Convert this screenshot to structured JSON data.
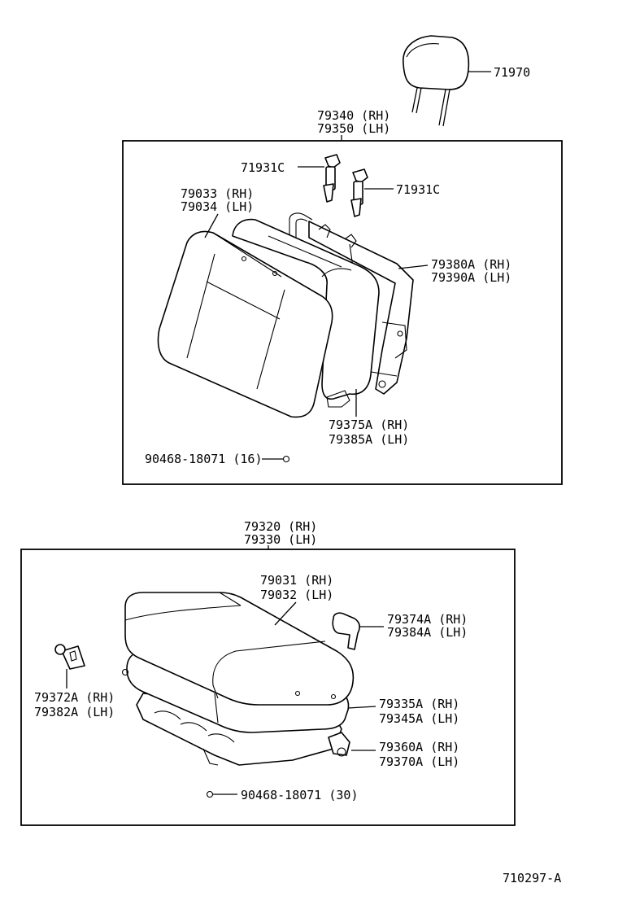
{
  "diagram": {
    "code": "710297-A",
    "headrest": {
      "part": "71970"
    },
    "seatback_assembly": {
      "rh": "79340 (RH)",
      "lh": "79350 (LH)"
    },
    "guide_left": {
      "part": "71931C"
    },
    "guide_right": {
      "part": "71931C"
    },
    "back_cover": {
      "rh": "79033 (RH)",
      "lh": "79034 (LH)"
    },
    "back_frame": {
      "rh": "79380A (RH)",
      "lh": "79390A (LH)"
    },
    "back_hinge": {
      "rh": "79375A (RH)",
      "lh": "79385A (LH)"
    },
    "back_hogring": {
      "part": "90468-18071 (16)"
    },
    "cushion_assembly": {
      "rh": "79320 (RH)",
      "lh": "79330 (LH)"
    },
    "cushion_cover": {
      "rh": "79031 (RH)",
      "lh": "79032 (LH)"
    },
    "cushion_cover_inner": {
      "rh": "79374A (RH)",
      "lh": "79384A (LH)"
    },
    "cushion_cover_outer": {
      "rh": "79372A (RH)",
      "lh": "79382A (LH)"
    },
    "cushion_pad": {
      "rh": "79335A (RH)",
      "lh": "79345A (LH)"
    },
    "cushion_frame": {
      "rh": "79360A (RH)",
      "lh": "79370A (LH)"
    },
    "cushion_hogring": {
      "part": "90468-18071 (30)"
    }
  }
}
